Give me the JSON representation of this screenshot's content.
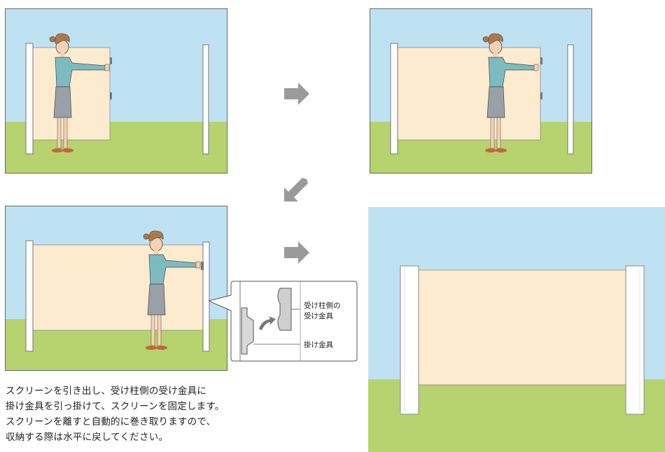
{
  "callout": {
    "receiver_label_line1": "受け柱側の",
    "receiver_label_line2": "受け金具",
    "hook_label": "掛け金具"
  },
  "caption": {
    "lines": [
      "スクリーンを引き出し、受け柱側の受け金具に",
      "掛け金具を引っ掛けて、スクリーンを固定します。",
      "スクリーンを離すと自動的に巻き取りますので、",
      "収納する際は水平に戻してください。"
    ]
  },
  "arrows": [
    {
      "name": "arrow-right-step1",
      "direction": "right"
    },
    {
      "name": "arrow-down-left-step2",
      "direction": "down-left"
    },
    {
      "name": "arrow-right-step3",
      "direction": "right"
    }
  ],
  "colors": {
    "sky": "#bfe2f3",
    "grass": "#b6d36f",
    "screen": "#fdebd0",
    "post": "#ffffff",
    "arrow": "#9a9a9a",
    "shirt": "#7cbcc0",
    "skirt": "#9aa0a8",
    "skin": "#f6d2b4",
    "hair": "#b07848"
  }
}
